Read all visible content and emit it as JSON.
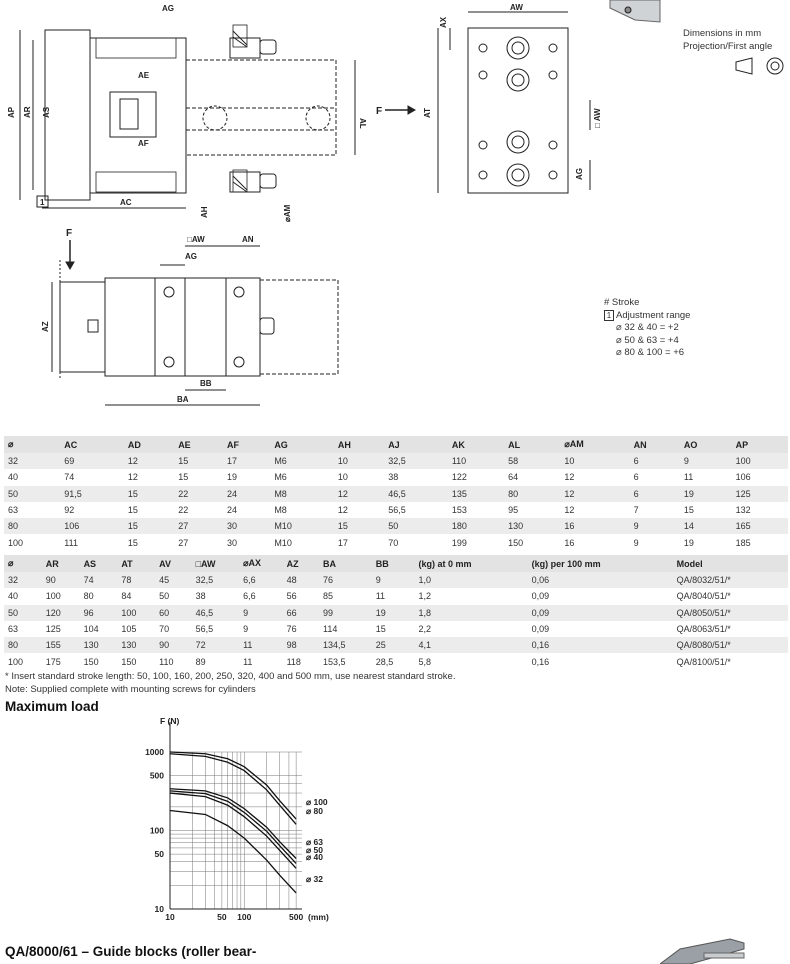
{
  "drawing": {
    "labels_top": {
      "ag": "AG",
      "ap": "AP",
      "ar": "AR",
      "as": "AS",
      "ae": "AE",
      "af": "AF",
      "ac": "AC",
      "ah": "AH",
      "am": "⌀AM",
      "al": "AL",
      "f": "F",
      "box": "1"
    },
    "labels_right": {
      "aw": "AW",
      "ax": "AX",
      "at": "AT",
      "aw2": "□ AW",
      "ag": "AG",
      "f": "F"
    },
    "labels_bottom": {
      "f": "F",
      "aw": "□AW",
      "an": "AN",
      "ag": "AG",
      "az": "AZ",
      "bb": "BB",
      "ba": "BA"
    }
  },
  "dimension_note": {
    "line1": "Dimensions in mm",
    "line2": "Projection/First angle"
  },
  "legend": {
    "stroke": "#  Stroke",
    "box": "1",
    "adjust": "Adjustment range",
    "r1": "⌀ 32 & 40 = +2",
    "r2": "⌀ 50 & 63 = +4",
    "r3": "⌀ 80 & 100 = +6"
  },
  "table1": {
    "headers": [
      "⌀",
      "AC",
      "AD",
      "AE",
      "AF",
      "AG",
      "AH",
      "AJ",
      "AK",
      "AL",
      "⌀AM",
      "AN",
      "AO",
      "AP"
    ],
    "rows": [
      [
        "32",
        "69",
        "12",
        "15",
        "17",
        "M6",
        "10",
        "32,5",
        "110",
        "58",
        "10",
        "6",
        "9",
        "100"
      ],
      [
        "40",
        "74",
        "12",
        "15",
        "19",
        "M6",
        "10",
        "38",
        "122",
        "64",
        "12",
        "6",
        "11",
        "106"
      ],
      [
        "50",
        "91,5",
        "15",
        "22",
        "24",
        "M8",
        "12",
        "46,5",
        "135",
        "80",
        "12",
        "6",
        "19",
        "125"
      ],
      [
        "63",
        "92",
        "15",
        "22",
        "24",
        "M8",
        "12",
        "56,5",
        "153",
        "95",
        "12",
        "7",
        "15",
        "132"
      ],
      [
        "80",
        "106",
        "15",
        "27",
        "30",
        "M10",
        "15",
        "50",
        "180",
        "130",
        "16",
        "9",
        "14",
        "165"
      ],
      [
        "100",
        "111",
        "15",
        "27",
        "30",
        "M10",
        "17",
        "70",
        "199",
        "150",
        "16",
        "9",
        "19",
        "185"
      ]
    ]
  },
  "table2": {
    "headers": [
      "⌀",
      "AR",
      "AS",
      "AT",
      "AV",
      "□AW",
      "⌀AX",
      "AZ",
      "BA",
      "BB",
      "(kg) at 0 mm",
      "(kg) per 100 mm",
      "Model"
    ],
    "rows": [
      [
        "32",
        "90",
        "74",
        "78",
        "45",
        "32,5",
        "6,6",
        "48",
        "76",
        "9",
        "1,0",
        "0,06",
        "QA/8032/51/*"
      ],
      [
        "40",
        "100",
        "80",
        "84",
        "50",
        "38",
        "6,6",
        "56",
        "85",
        "11",
        "1,2",
        "0,09",
        "QA/8040/51/*"
      ],
      [
        "50",
        "120",
        "96",
        "100",
        "60",
        "46,5",
        "9",
        "66",
        "99",
        "19",
        "1,8",
        "0,09",
        "QA/8050/51/*"
      ],
      [
        "63",
        "125",
        "104",
        "105",
        "70",
        "56,5",
        "9",
        "76",
        "114",
        "15",
        "2,2",
        "0,09",
        "QA/8063/51/*"
      ],
      [
        "80",
        "155",
        "130",
        "130",
        "90",
        "72",
        "11",
        "98",
        "134,5",
        "25",
        "4,1",
        "0,16",
        "QA/8080/51/*"
      ],
      [
        "100",
        "175",
        "150",
        "150",
        "110",
        "89",
        "11",
        "118",
        "153,5",
        "28,5",
        "5,8",
        "0,16",
        "QA/8100/51/*"
      ]
    ]
  },
  "footnotes": {
    "line1": "* Insert standard stroke length: 50, 100, 160, 200, 250, 320, 400 and 500 mm, use nearest standard stroke.",
    "line2": "Note: Supplied complete with mounting screws for cylinders"
  },
  "section_title": "Maximum load",
  "next_title": "QA/8000/61 – Guide blocks (roller bear-",
  "chart_data": {
    "type": "line",
    "title": "",
    "ylabel": "F (N)",
    "xlabel": "(mm)",
    "x_scale": "log",
    "y_scale": "log",
    "xlim": [
      10,
      600
    ],
    "ylim": [
      10,
      1000
    ],
    "x_ticks": [
      "10",
      "50",
      "100",
      "500"
    ],
    "x_tick_values": [
      10,
      50,
      100,
      500
    ],
    "y_ticks": [
      "1000",
      "500",
      "100",
      "50",
      "10"
    ],
    "y_tick_values": [
      1000,
      500,
      100,
      50,
      10
    ],
    "series": [
      {
        "name": "⌀ 100",
        "x": [
          10,
          30,
          60,
          100,
          200,
          300,
          500
        ],
        "y": [
          1000,
          950,
          820,
          650,
          380,
          240,
          140
        ]
      },
      {
        "name": "⌀ 80",
        "x": [
          10,
          30,
          60,
          100,
          200,
          300,
          500
        ],
        "y": [
          950,
          880,
          740,
          580,
          330,
          210,
          120
        ]
      },
      {
        "name": "⌀ 63",
        "x": [
          10,
          30,
          60,
          100,
          200,
          300,
          500
        ],
        "y": [
          340,
          320,
          260,
          190,
          110,
          72,
          44
        ]
      },
      {
        "name": "⌀ 50",
        "x": [
          10,
          30,
          60,
          100,
          200,
          300,
          500
        ],
        "y": [
          320,
          295,
          235,
          170,
          98,
          64,
          38
        ]
      },
      {
        "name": "⌀ 40",
        "x": [
          10,
          30,
          60,
          100,
          200,
          300,
          500
        ],
        "y": [
          300,
          270,
          210,
          150,
          85,
          56,
          33
        ]
      },
      {
        "name": "⌀ 32",
        "x": [
          10,
          30,
          60,
          100,
          200,
          300,
          500
        ],
        "y": [
          180,
          160,
          115,
          80,
          42,
          27,
          16
        ]
      }
    ]
  },
  "colors": {
    "header_bg": "#e3e3e3",
    "row_alt": "#ececec",
    "line": "#222222"
  }
}
